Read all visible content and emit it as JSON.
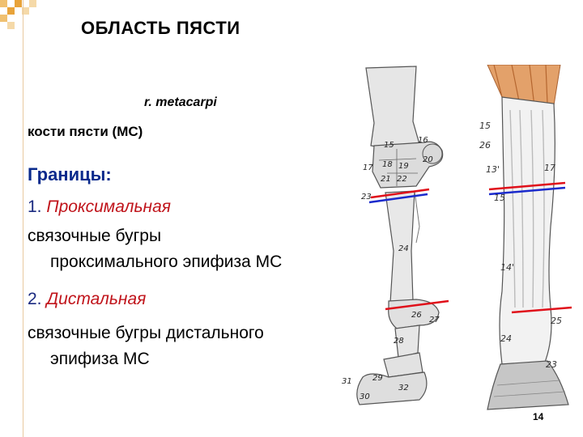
{
  "slide": {
    "title": "ОБЛАСТЬ ПЯСТИ",
    "latin": "r. metacarpi",
    "bones_line": "кости пясти (МС)",
    "borders_heading": "Границы:",
    "proximal_num": "1. ",
    "proximal_label": "Проксимальная",
    "proximal_desc_1": "связочные бугры",
    "proximal_desc_2": "проксимального эпифиза МС",
    "distal_num": "2. ",
    "distal_label": "Дистальная",
    "distal_desc_1": "связочные бугры дистального",
    "distal_desc_2": "эпифиза МС",
    "page_number": "14"
  },
  "figure_left_labels": [
    "15",
    "16",
    "17",
    "18",
    "19",
    "20",
    "21",
    "22",
    "23",
    "24",
    "26",
    "27",
    "28",
    "29",
    "31",
    "30",
    "32"
  ],
  "figure_right_labels": [
    "15",
    "26",
    "13'",
    "17",
    "15",
    "14'",
    "25",
    "24",
    "23"
  ],
  "colors": {
    "heading_blue": "#0a2a8c",
    "accent_red": "#c0141b",
    "line_red": "#e0101a",
    "line_blue": "#1a2acc",
    "corner_orange": "#e8a33a"
  }
}
